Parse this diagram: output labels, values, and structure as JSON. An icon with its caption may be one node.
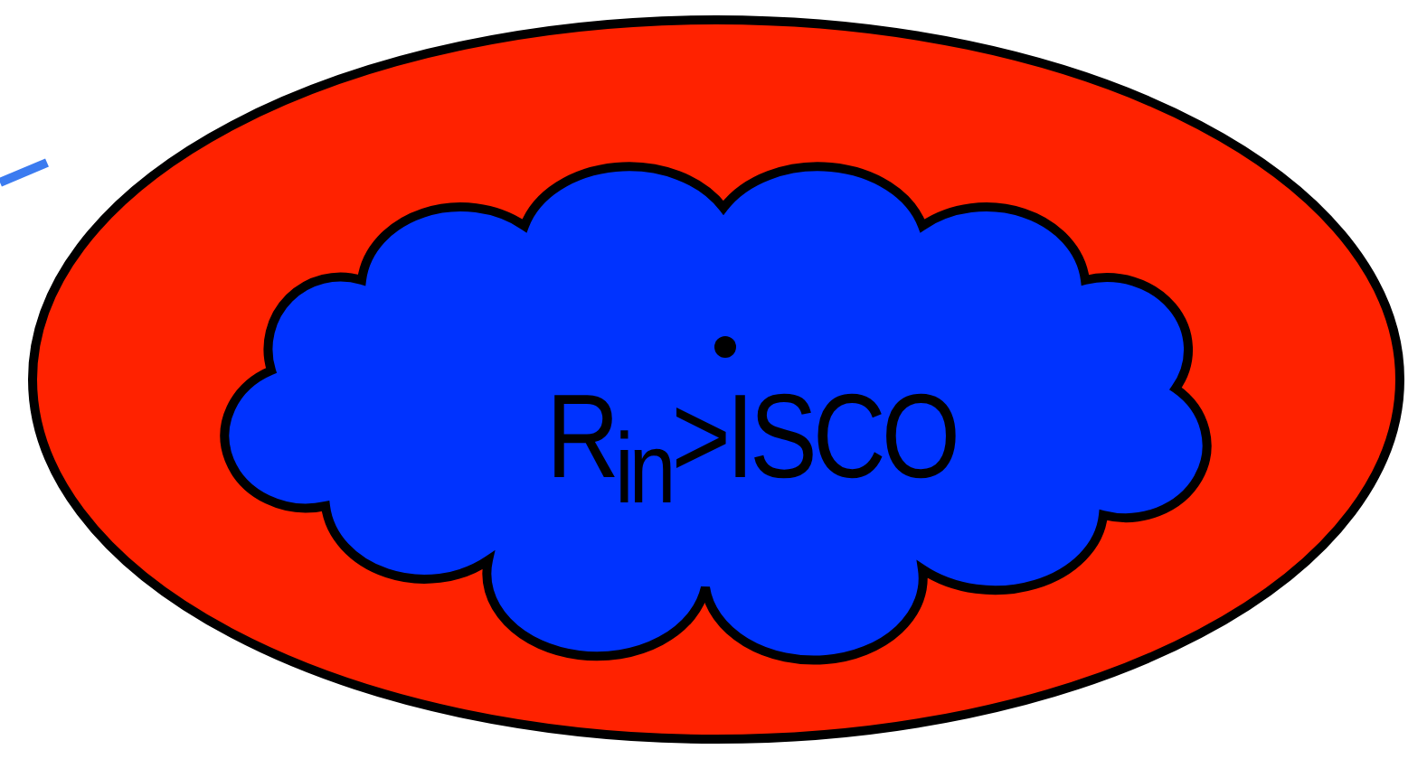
{
  "diagram": {
    "nodes": [
      {
        "text": [],
        "shape": "ellipse"
      },
      {
        "text": [
          "R$_{in}$>ISCO"
        ],
        "in": 0
      }
    ]
  }
}
